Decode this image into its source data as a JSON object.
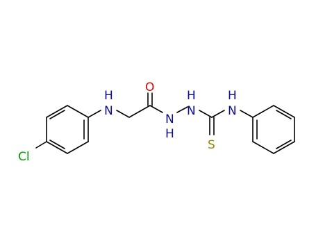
{
  "molecule": {
    "atoms": {
      "chlorine": "Cl",
      "amine_nh": "H",
      "amine_n": "N",
      "carbonyl_o": "O",
      "hydrazide_n1": "N",
      "hydrazide_h1": "H",
      "hydrazide_n2": "N",
      "hydrazide_h2": "H",
      "thioamide_n": "N",
      "thioamide_h": "H",
      "thione_s": "S"
    },
    "colors": {
      "bond": "#000000",
      "nitrogen": "#0d0d8c",
      "oxygen": "#e00000",
      "sulfur": "#8c8c00",
      "chlorine": "#00a000"
    }
  }
}
